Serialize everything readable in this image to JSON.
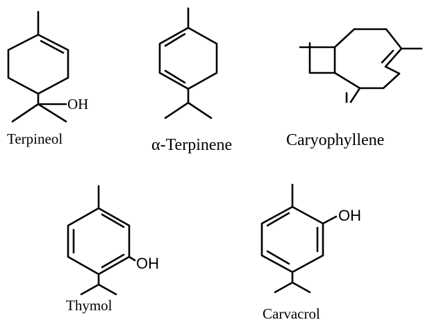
{
  "molecules": {
    "terpineol": {
      "name": "Terpineol",
      "label": "OH"
    },
    "alpha_terpinene": {
      "name": "α-Terpinene"
    },
    "caryophyllene": {
      "name": "Caryophyllene"
    },
    "thymol": {
      "name": "Thymol",
      "label": "OH"
    },
    "carvacrol": {
      "name": "Carvacrol",
      "label": "OH"
    }
  }
}
